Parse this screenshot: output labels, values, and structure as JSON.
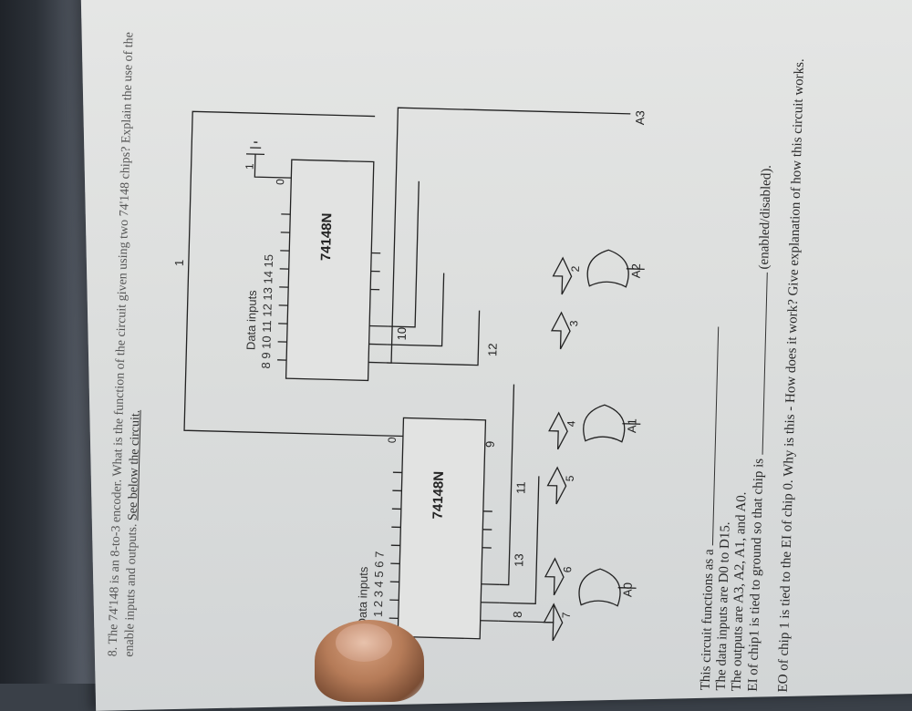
{
  "question": {
    "number": "8.",
    "text": "The 74'148 is an 8-to-3 encoder. What is the function of the circuit given using two 74'148 chips? Explain the use of the enable inputs and outputs.",
    "see_below": "See below the circuit."
  },
  "circuit": {
    "chip0": {
      "part": "74148N",
      "data_inputs_label": "Data inputs",
      "digits": "0 1 2 3 4 5 6 7",
      "ei_value": "0"
    },
    "chip1": {
      "part": "74148N",
      "data_inputs_label": "Data inputs",
      "digits": "8 9 10 11 12 13 14 15",
      "ei_value": "0"
    },
    "top_wire_label": "1",
    "ground_label": "1",
    "wire_labels": [
      "8",
      "9",
      "10",
      "11",
      "12",
      "13"
    ],
    "gate_labels": [
      "7",
      "6",
      "5",
      "4",
      "3",
      "2"
    ],
    "outputs": [
      "A0",
      "A1",
      "A2",
      "A3"
    ]
  },
  "answers": {
    "line1": "This circuit functions as a",
    "line2": "The data inputs are D0 to D15.",
    "line3": "The outputs are A3, A2, A1, and A0.",
    "line4a": "EI of chip1 is tied to ground so that chip is",
    "line4b": "(enabled/disabled).",
    "line5": "EO of chip 1 is tied to the EI of chip 0.  Why is this - How does it work? Give explanation of how this circuit works."
  }
}
